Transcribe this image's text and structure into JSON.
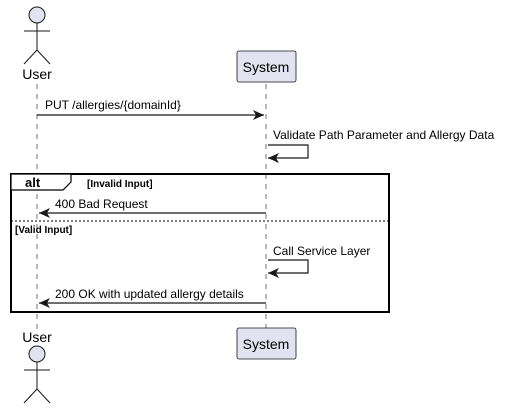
{
  "participants": {
    "user": {
      "name": "User",
      "kind": "actor"
    },
    "system": {
      "name": "System",
      "kind": "participant"
    }
  },
  "messages": [
    {
      "from": "User",
      "to": "System",
      "label": "PUT /allergies/{domainId}"
    },
    {
      "from": "System",
      "to": "System",
      "label": "Validate Path Parameter and Allergy Data"
    },
    {
      "from": "System",
      "to": "User",
      "label": "400 Bad Request"
    },
    {
      "from": "System",
      "to": "System",
      "label": "Call Service Layer"
    },
    {
      "from": "System",
      "to": "User",
      "label": "200 OK with updated allergy details"
    }
  ],
  "fragment": {
    "operator": "alt",
    "guards": [
      "[Invalid Input]",
      "[Valid Input]"
    ]
  },
  "colors": {
    "participant_fill": "#e2e2f0",
    "line": "#181818"
  }
}
